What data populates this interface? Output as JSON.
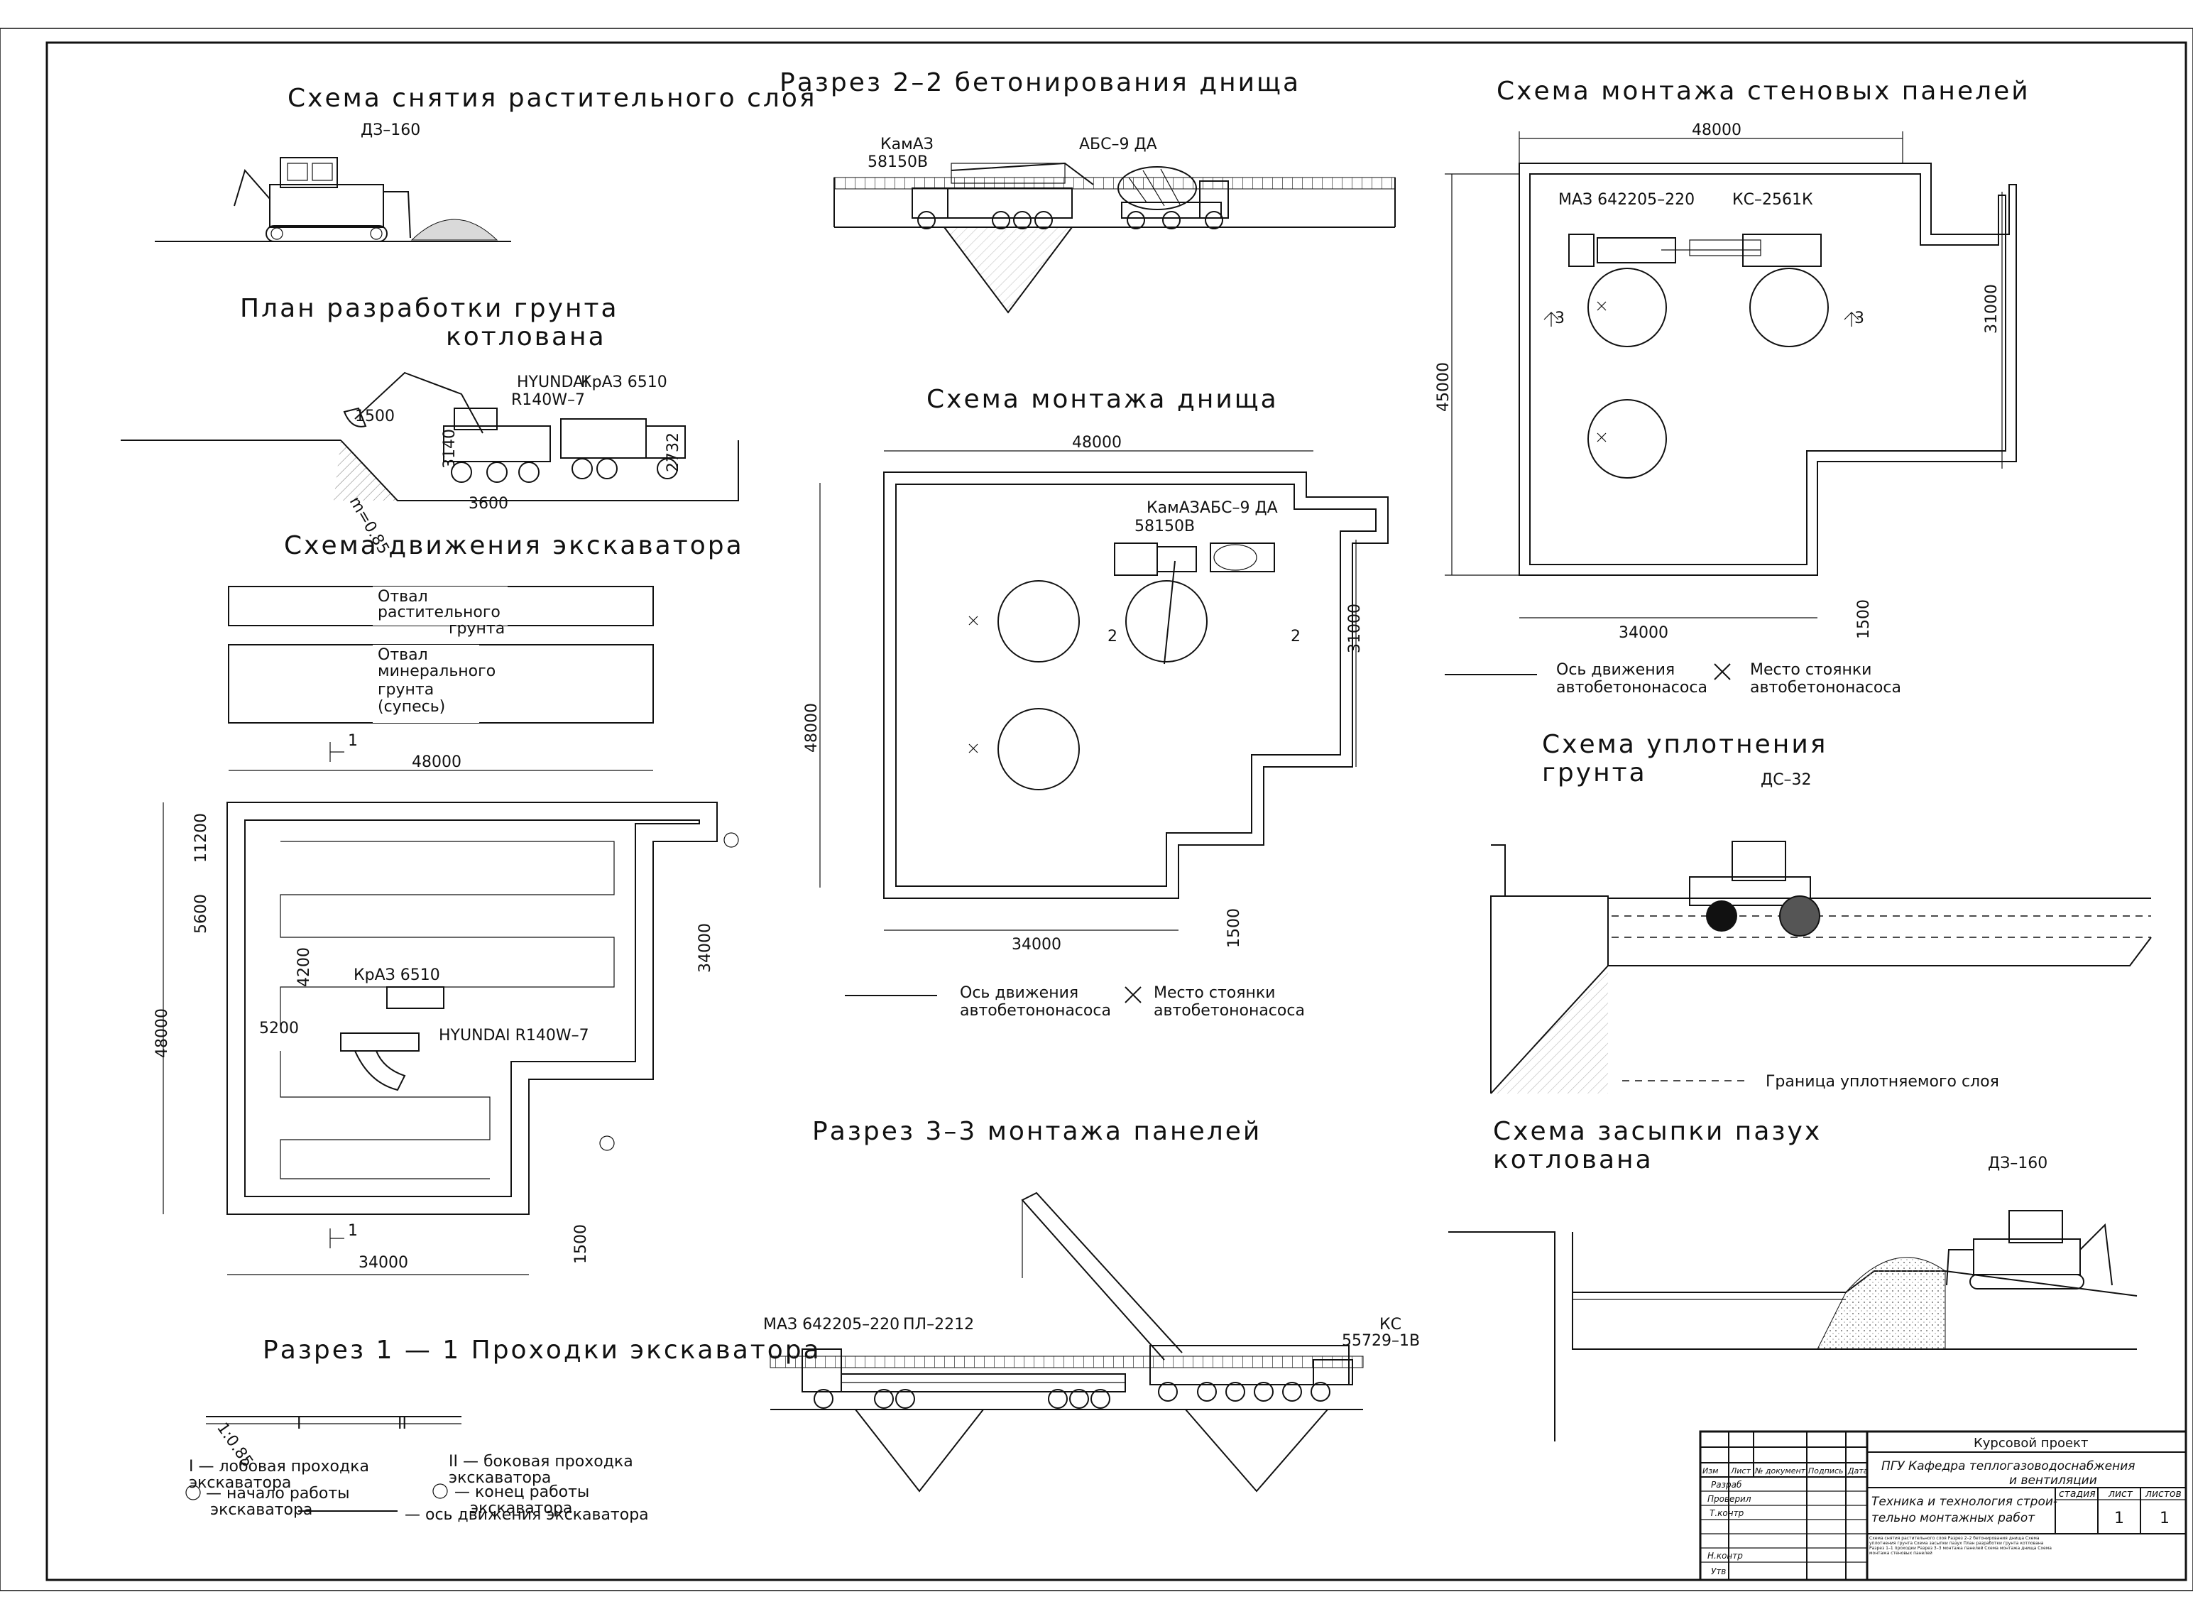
{
  "titles": {
    "strip": "Схема снятия растительного слоя",
    "section22": "Разрез 2–2 бетонирования днища",
    "walls": "Схема монтажа стеновых панелей",
    "excavation_plan_1": "План разработки грунта",
    "excavation_plan_2": "котлована",
    "floor": "Схема монтажа днища",
    "excavator_motion": "Схема движения экскаватора",
    "compaction_1": "Схема уплотнения",
    "compaction_2": "грунта",
    "backfill_1": "Схема засыпки пазух",
    "backfill_2": "котлована",
    "section33": "Разрез 3–3 монтажа панелей",
    "section11": "Разрез 1 — 1 Проходки экскаватора"
  },
  "machines": {
    "dz160": "ДЗ–160",
    "kamaz": "КамАЗ",
    "kamaz_model": "58150В",
    "abs": "АБС–9 ДА",
    "maz": "МАЗ 642205–220",
    "ks2561": "КС–2561К",
    "hyundai": "HYUNDAI",
    "hyundai_model": "R140W–7",
    "kraz": "КрАЗ 6510",
    "hyundai_full": "HYUNDAI R140W–7",
    "ds32": "ДС–32",
    "pl": "ПЛ–2212",
    "ks": "КС",
    "ks_model": "55729–1В"
  },
  "dims": {
    "d48000": "48000",
    "d34000": "34000",
    "d31000": "31000",
    "d45000": "45000",
    "d1500": "1500",
    "d11200": "11200",
    "d5600": "5600",
    "d4200": "4200",
    "d5200": "5200",
    "d3600": "3600",
    "d3140": "3140",
    "d2732": "2732",
    "slope": "m=0.85",
    "slope2": "1:0.85",
    "dump1_a": "Отвал",
    "dump1_b": "растительного",
    "dump1_c": "грунта",
    "dump2_a": "Отвал",
    "dump2_b": "минерального",
    "dump2_c": "грунта",
    "dump2_d": "(супесь)",
    "sec2": "2",
    "sec3": "3",
    "sec1": "1",
    "roman1": "I",
    "roman2": "II"
  },
  "legend": {
    "axis_1": "Ось движения",
    "axis_2": "автобетононасоса",
    "stand_1": "Место стоянки",
    "stand_2": "автобетононасоса",
    "compact_boundary": "Граница уплотняемого слоя",
    "front_1": "I — лобовая проходка",
    "front_2": "экскаватора",
    "side_1": "II — боковая проходка",
    "side_2": "экскаватора",
    "start_1": "— начало работы",
    "start_2": "экскаватора",
    "end_1": "— конец работы",
    "end_2": "экскаватора",
    "axis_exc": "— ось движения экскаватора"
  },
  "stamp": {
    "project": "Курсовой проект",
    "org_1": "ПГУ Кафедра теплогазоводоснабжения",
    "org_2": "и вентиляции",
    "theme_1": "Техника и технология строи-",
    "theme_2": "тельно монтажных работ",
    "h_stage": "стадия",
    "h_sheet": "лист",
    "h_sheets": "листов",
    "sheet_no": "1",
    "sheets_no": "1",
    "col_izm": "Изм",
    "col_list": "Лист",
    "col_doc": "№ документ",
    "col_sign": "Подпись",
    "col_date": "Дата",
    "r_razrab": "Разраб",
    "r_prover": "Проверил",
    "r_tkontr": "Т.контр",
    "r_nkontr": "Н.контр",
    "r_utv": "Утв",
    "note": "Схема снятия растительного слоя Разрез 2–2 бетонирования днища Схема уплотнения грунта Схема засыпки пазух План разработки грунта котлована Разрез 1–1 проходки Разрез 3–3 монтажа панелей Схема монтажа днища Схема монтажа стеновых панелей"
  }
}
